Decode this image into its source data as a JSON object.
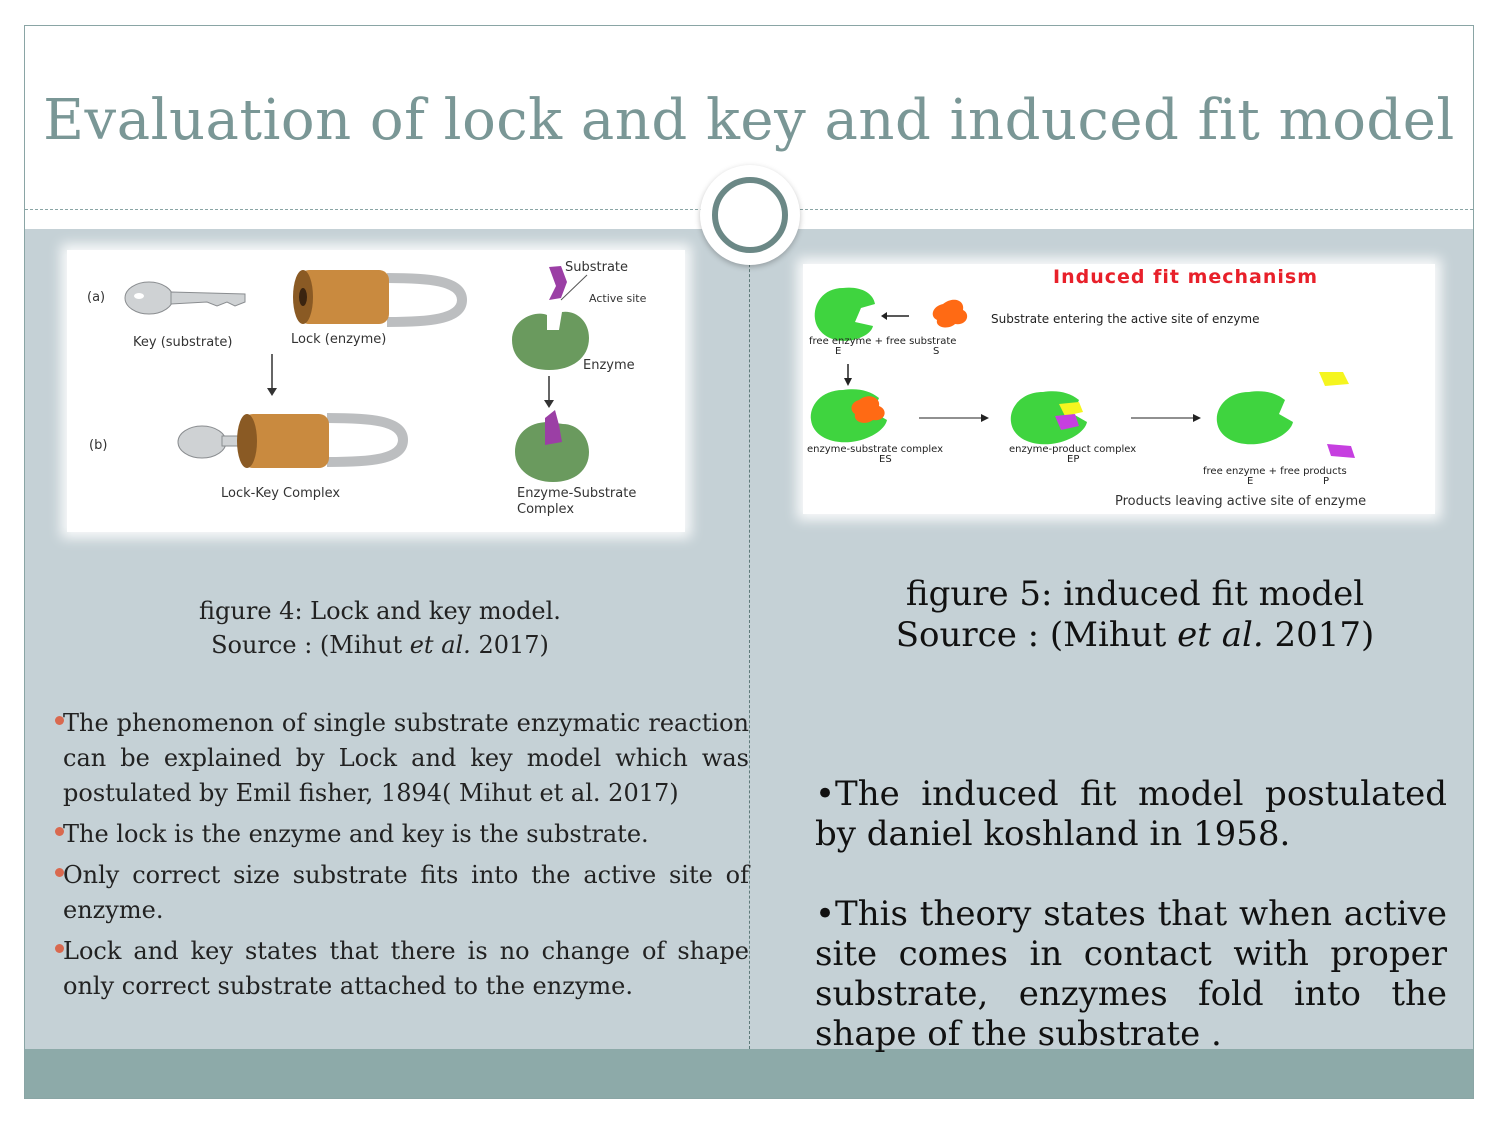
{
  "title": "Evaluation of lock and key and induced fit model",
  "figure4": {
    "caption_line1": "figure  4: Lock and key model.",
    "caption_source_prefix": "Source : (Mihut ",
    "caption_source_italic": "et al.",
    "caption_source_suffix": " 2017)",
    "label_a": "(a)",
    "label_b": "(b)",
    "key_label": "Key (substrate)",
    "lock_label": "Lock (enzyme)",
    "complex_label": "Lock-Key Complex",
    "substrate_label": "Substrate",
    "active_site_label": "Active site",
    "enzyme_label": "Enzyme",
    "es_complex_line1": "Enzyme-Substrate",
    "es_complex_line2": "Complex"
  },
  "figure5": {
    "caption_line1": "figure  5: induced fit model",
    "caption_source_prefix": "Source : (Mihut ",
    "caption_source_italic": "et al.",
    "caption_source_suffix": " 2017)",
    "heading": "Induced fit mechanism",
    "entering_text": "Substrate entering the active site of enzyme",
    "free_enzyme_substrate": "free enzyme + free substrate",
    "e": "E",
    "s": "S",
    "es_complex": "enzyme-substrate complex",
    "es": "ES",
    "ep_complex": "enzyme-product complex",
    "ep": "EP",
    "free_products": "free enzyme + free products",
    "e2": "E",
    "p": "P",
    "leaving_text": "Products leaving active site of enzyme"
  },
  "left_bullets": [
    "The phenomenon of single substrate enzymatic reaction can be explained by Lock and key model which was postulated by Emil fisher, 1894( Mihut et al. 2017)",
    "The lock is the enzyme and key is the substrate.",
    " Only correct size substrate fits into the active site of enzyme.",
    "Lock and key states that there is no change of shape only correct substrate attached to the enzyme."
  ],
  "right_bullets": [
    "•The induced fit model postulated by daniel koshland in 1958.",
    "•This theory states that when active site comes in contact with proper substrate, enzymes fold into the shape of the substrate ."
  ],
  "colors": {
    "title": "#7a9796",
    "content_bg": "#c5d1d6",
    "footer": "#8daaa9",
    "bullet": "#d9694f",
    "enzyme_green": "#3fd43f",
    "substrate_orange": "#ff6a14"
  }
}
